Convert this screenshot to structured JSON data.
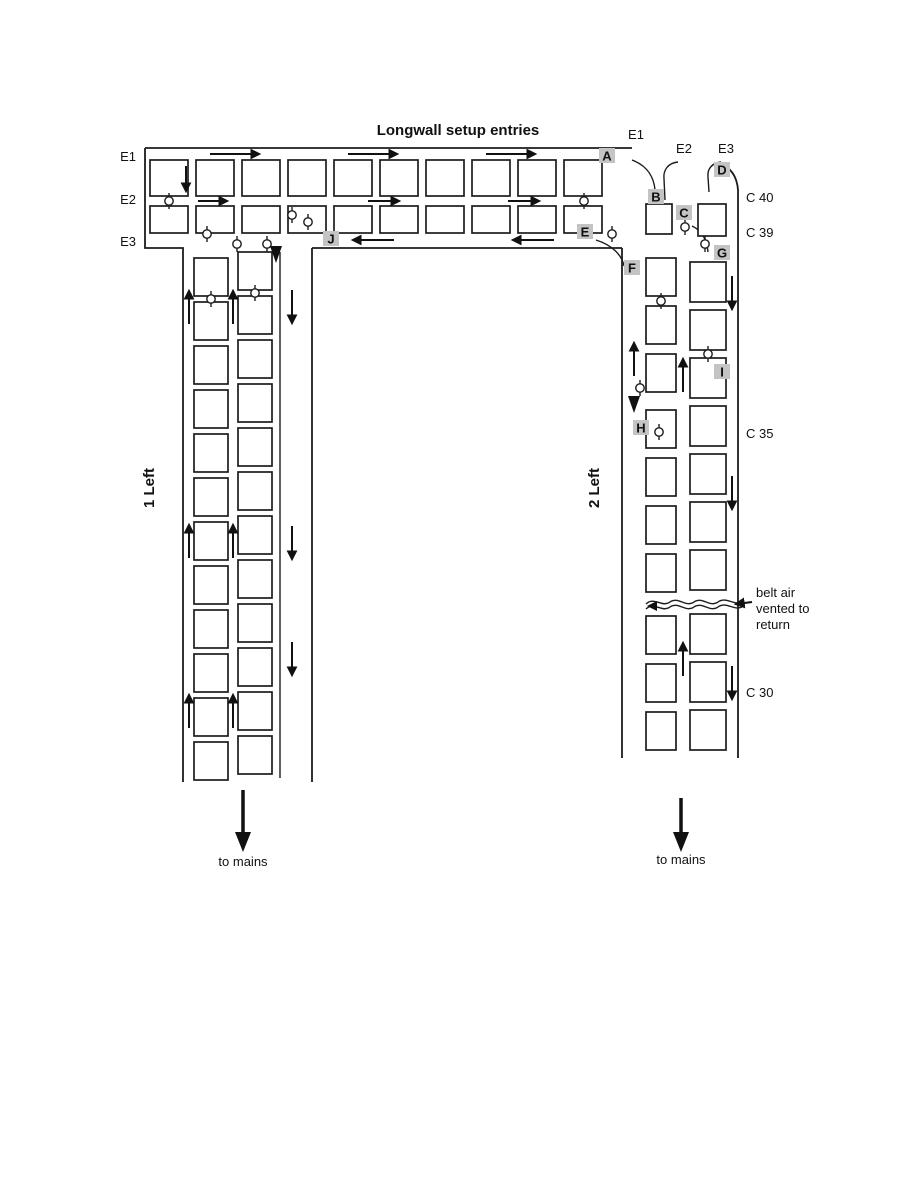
{
  "diagram": {
    "title": "Longwall setup entries",
    "entries_left": [
      "E1",
      "E2",
      "E3"
    ],
    "entries_top": [
      "E1",
      "E2",
      "E3"
    ],
    "crosscuts": [
      "C 40",
      "C 39",
      "C 35",
      "C 30"
    ],
    "markers": [
      "A",
      "B",
      "C",
      "D",
      "E",
      "F",
      "G",
      "H",
      "I",
      "J"
    ],
    "panels": {
      "left": "1 Left",
      "right": "2 Left"
    },
    "to_mains": {
      "left": "to mains",
      "right": "to mains"
    },
    "belt_note": [
      "belt air",
      "vented to",
      "return"
    ],
    "colors": {
      "ink": "#111111",
      "marker_highlight": "#c4c4c4",
      "background": "#ffffff"
    }
  }
}
